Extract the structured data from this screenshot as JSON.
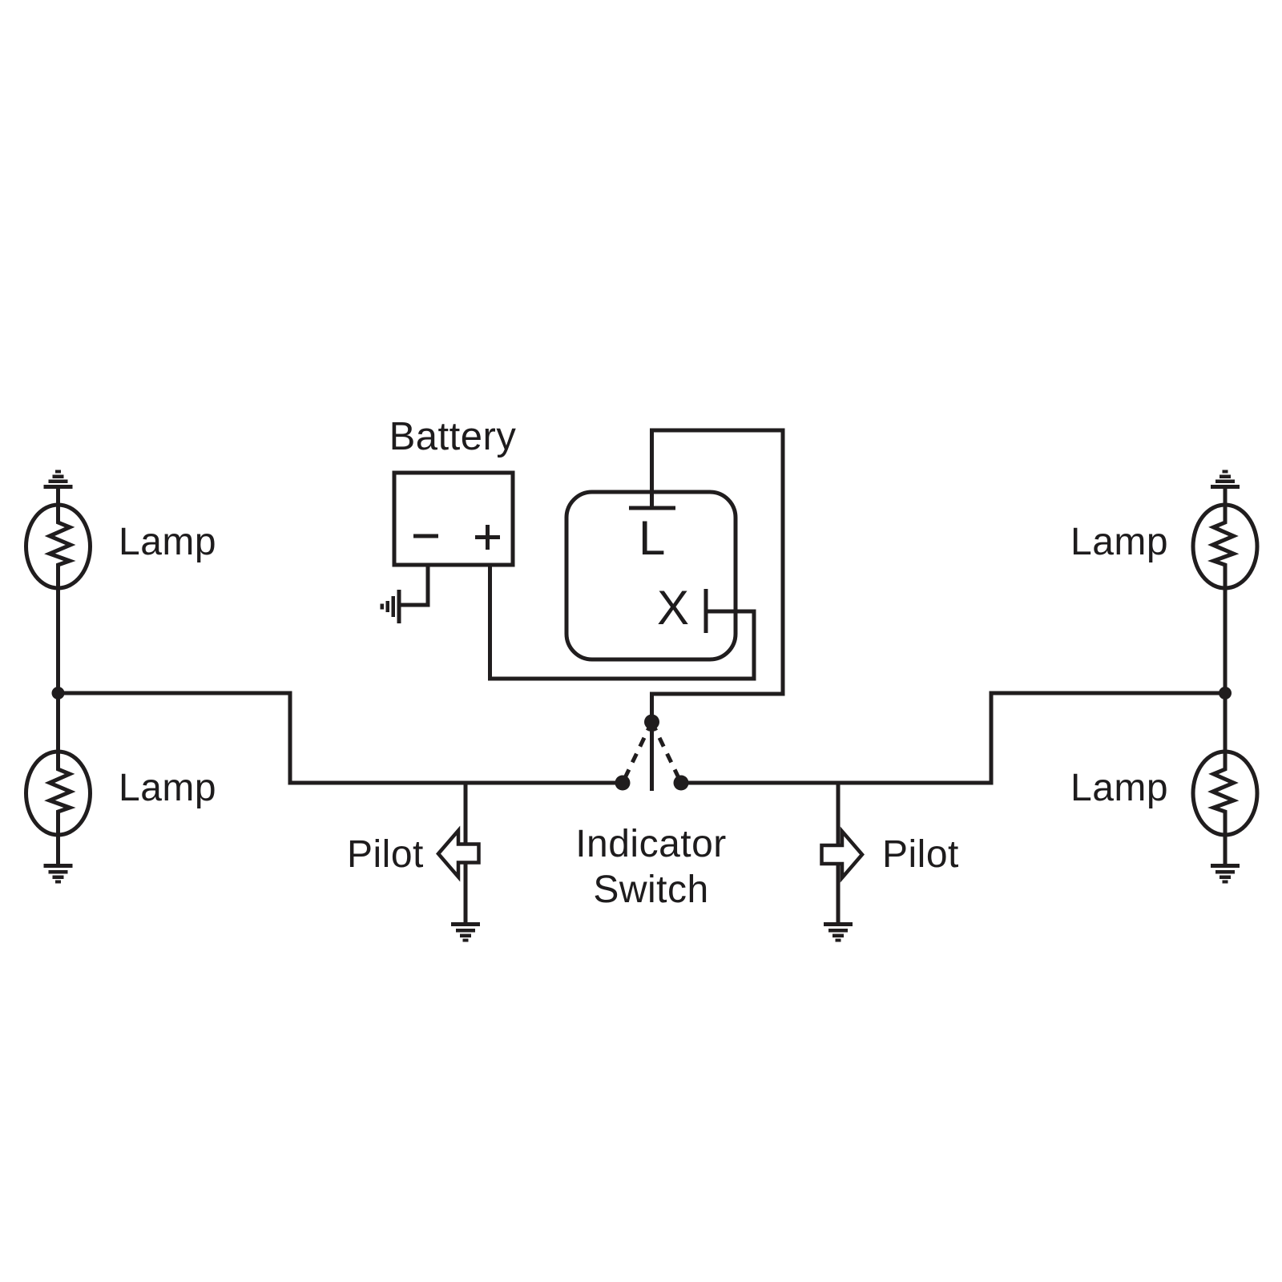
{
  "diagram": {
    "title": "indicator flasher wiring diagram",
    "colors": {
      "background": "#ffffff",
      "line": "#201d1e"
    },
    "battery": {
      "label": "Battery",
      "minus_symbol": "−",
      "plus_symbol": "+"
    },
    "flasher_unit": {
      "terminal_l": "L",
      "terminal_x": "X"
    },
    "indicator_switch": {
      "label_line1": "Indicator",
      "label_line2": "Switch"
    },
    "lamps": {
      "top_left": "Lamp",
      "bottom_left": "Lamp",
      "top_right": "Lamp",
      "bottom_right": "Lamp"
    },
    "pilots": {
      "left": "Pilot",
      "right": "Pilot"
    },
    "icons": [
      "ground-icon",
      "lamp-bulb-icon",
      "filament-zigzag-icon",
      "battery-minus-icon",
      "battery-plus-icon",
      "pilot-arrow-left-icon",
      "pilot-arrow-right-icon",
      "switch-contact-dot",
      "junction-dot"
    ]
  }
}
